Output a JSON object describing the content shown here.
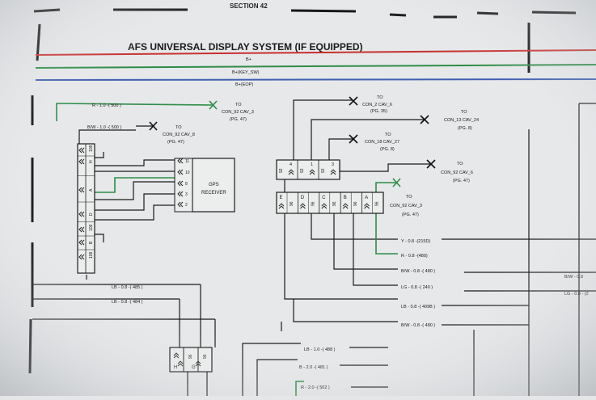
{
  "section_label": "SECTION 42",
  "title": "AFS UNIVERSAL DISPLAY SYSTEM (IF EQUIPPED)",
  "bus": {
    "b_plus": "B+",
    "b_key": "B+(KEY_SW)",
    "b_eop": "B+(EOP)",
    "colors": {
      "red": "#c8302e",
      "green": "#2f8d47",
      "blue": "#3f5fb0"
    }
  },
  "left": {
    "wire1": "R - 1.0 -( 500 )",
    "wire1_to": [
      "TO",
      "CON_92 CAV_3",
      "(PG. 47)"
    ],
    "wire2": "B/W - 1.0 -( 500 )",
    "wire2_to": [
      "TO",
      "CON_92 CAV_8",
      "(PG. 47)"
    ],
    "conn_pins": [
      "108",
      "H",
      "A",
      "D",
      "108",
      "B",
      "108"
    ],
    "gps_title": "GPS",
    "gps_sub": "RECEIVER",
    "gps_pins": [
      "11",
      "10",
      "8",
      "3",
      "2"
    ],
    "lb_485": "LB - 0.8 -( 485 )",
    "lb_484": "LB - 0.8 -( 484 )",
    "bottom_pins": [
      "96",
      "96"
    ],
    "bottom_letters": [
      "H",
      "G"
    ]
  },
  "right": {
    "to_con2": [
      "TO",
      "CON_2 CAV_6",
      "(PG. 35)"
    ],
    "to_con13": [
      "TO",
      "CON_13 CAV_24",
      "(PG. 8)"
    ],
    "to_con18": [
      "TO",
      "CON_18 CAV_27",
      "(PG. 8)"
    ],
    "to_con92_6": [
      "TO",
      "CON_92 CAV_6",
      "(PG. 47)"
    ],
    "to_con92_3": [
      "TO",
      "CON_92 CAV_3",
      "(PG. 47)"
    ],
    "top_conn_pins": [
      {
        "n": "92",
        "l": "4"
      },
      {
        "n": "92",
        "l": "1"
      },
      {
        "n": "92",
        "l": "3"
      }
    ],
    "bot_conn_pins": [
      {
        "n": "96",
        "l": "E"
      },
      {
        "n": "96",
        "l": "D"
      },
      {
        "n": "96",
        "l": "C"
      },
      {
        "n": "96",
        "l": "B"
      },
      {
        "n": "96",
        "l": "A"
      }
    ],
    "wires": [
      "Y - 0.8 -(215D)",
      "R - 0.8 -(480)",
      "B/W - 0.8 -( 480 )",
      "LG - 0.8 -( 240 )",
      "LB - 0.8 -( 409B )",
      "B/W - 0.8 -( 480 )"
    ],
    "far_right": [
      "B/W - 0.8",
      "LG - 0.8 - (2"
    ],
    "bottom_wires": [
      "LB - 1.0 -( 488 )",
      "B - 2.0 -( 481 )",
      "R - 2.0 -( 502 )"
    ]
  }
}
